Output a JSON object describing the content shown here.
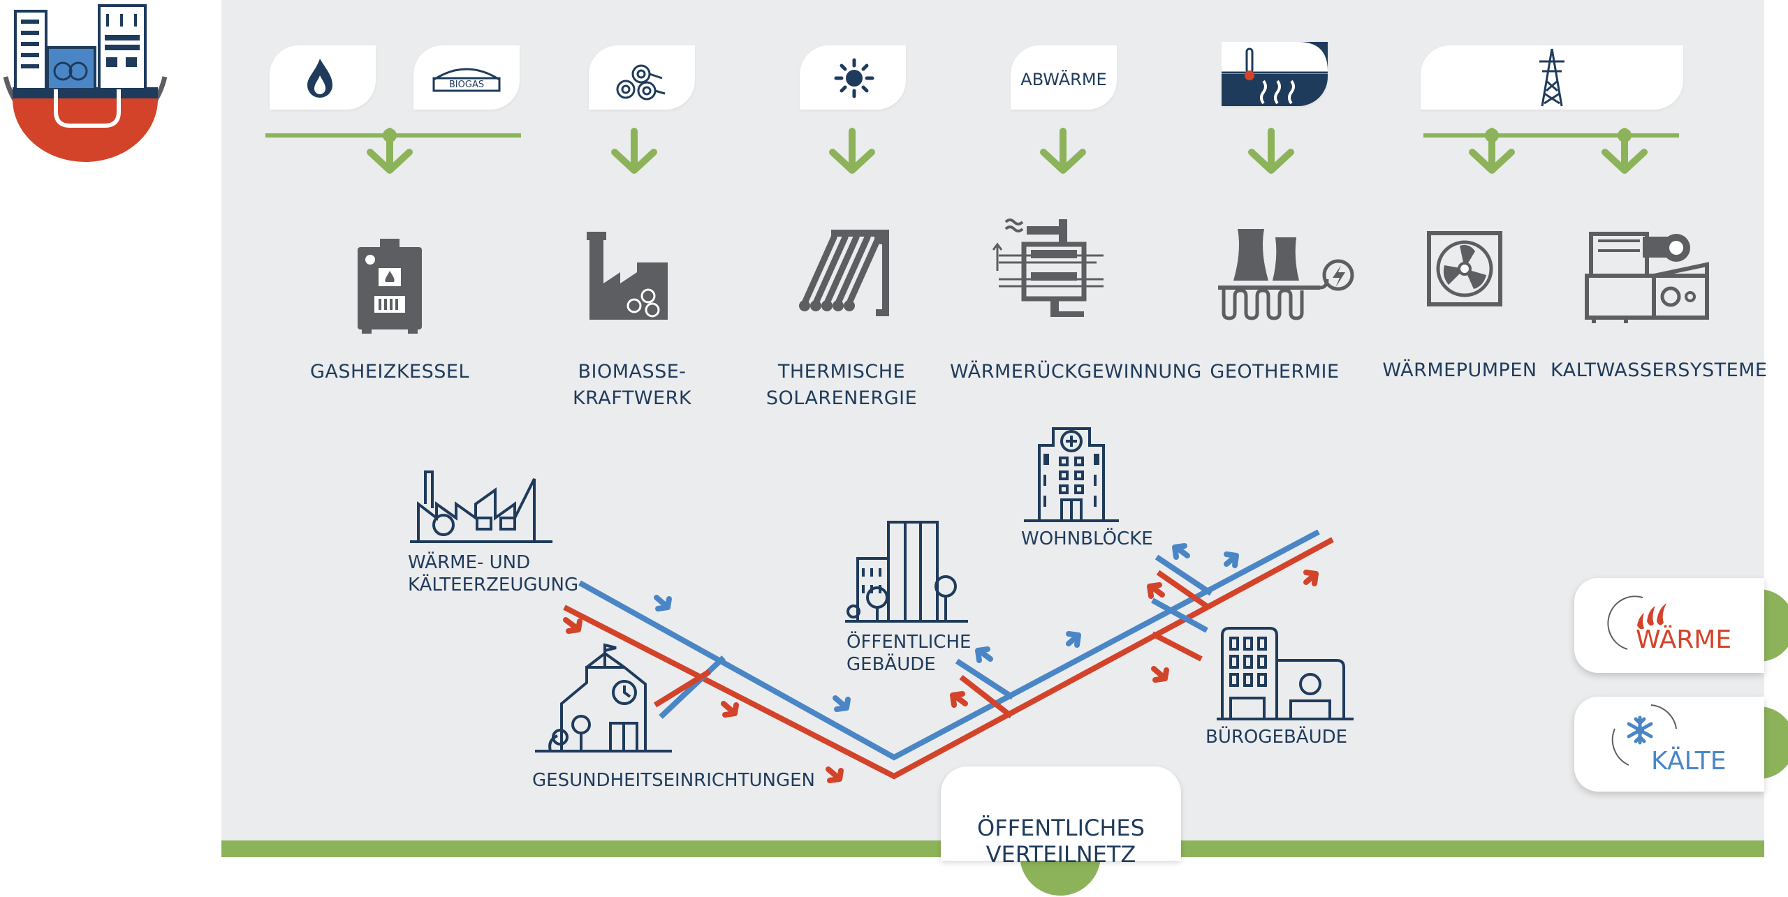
{
  "sources": {
    "biogas_label": "BIOGAS",
    "abwaerme_label": "ABWÄRME"
  },
  "generators": [
    {
      "label": "GASHEIZKESSEL"
    },
    {
      "label": "BIOMASSE-\nKRAFTWERK"
    },
    {
      "label": "THERMISCHE\nSOLARENERGIE"
    },
    {
      "label": "WÄRMERÜCKGEWINNUNG"
    },
    {
      "label": "GEOTHERMIE"
    },
    {
      "label": "WÄRMEPUMPEN"
    },
    {
      "label": "KALTWASSERSYSTEME"
    }
  ],
  "consumers": {
    "production": "WÄRME- UND\nKÄLTEERZEUGUNG",
    "health": "GESUNDHEITSEINRICHTUNGEN",
    "public": "ÖFFENTLICHE\nGEBÄUDE",
    "residential": "WOHNBLÖCKE",
    "office": "BÜROGEBÄUDE"
  },
  "network": {
    "label": "ÖFFENTLICHES\nVERTEILNETZ"
  },
  "legend": {
    "heat": "WÄRME",
    "cold": "KÄLTE"
  },
  "colors": {
    "navy": "#1f3b5c",
    "green": "#8db35a",
    "red": "#d3432a",
    "blue": "#4a86c6",
    "gray": "#5d5e61"
  }
}
